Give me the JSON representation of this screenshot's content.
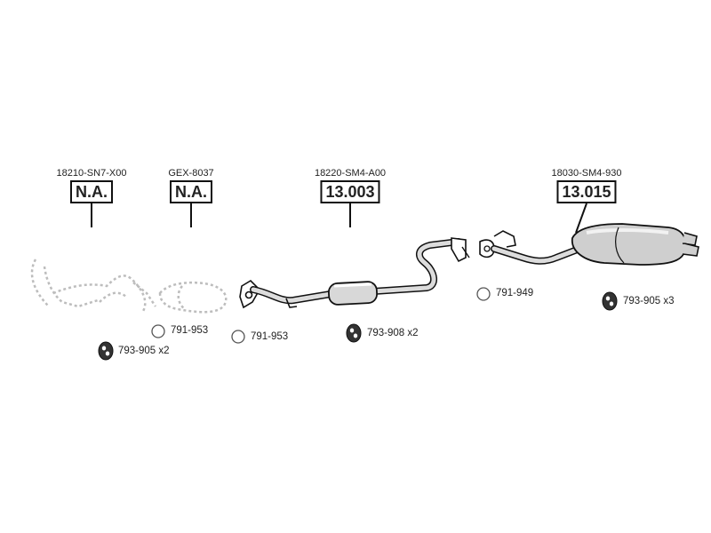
{
  "parts": [
    {
      "part_number": "18210-SN7-X00",
      "ref": "N.A."
    },
    {
      "part_number": "GEX-8037",
      "ref": "N.A."
    },
    {
      "part_number": "18220-SM4-A00",
      "ref": "13.003"
    },
    {
      "part_number": "18030-SM4-930",
      "ref": "13.015"
    }
  ],
  "accessories": [
    {
      "label": "791-953",
      "icon": "gasket-ring-icon"
    },
    {
      "label": "791-953",
      "icon": "gasket-ring-icon"
    },
    {
      "label": "793-905 x2",
      "icon": "rubber-hanger-icon"
    },
    {
      "label": "793-908 x2",
      "icon": "rubber-hanger-icon"
    },
    {
      "label": "791-949",
      "icon": "gasket-ring-icon"
    },
    {
      "label": "793-905 x3",
      "icon": "rubber-hanger-icon"
    }
  ],
  "colors": {
    "line": "#111111",
    "pipe": "#dcdcdc",
    "faded": "#bdbdbd"
  }
}
